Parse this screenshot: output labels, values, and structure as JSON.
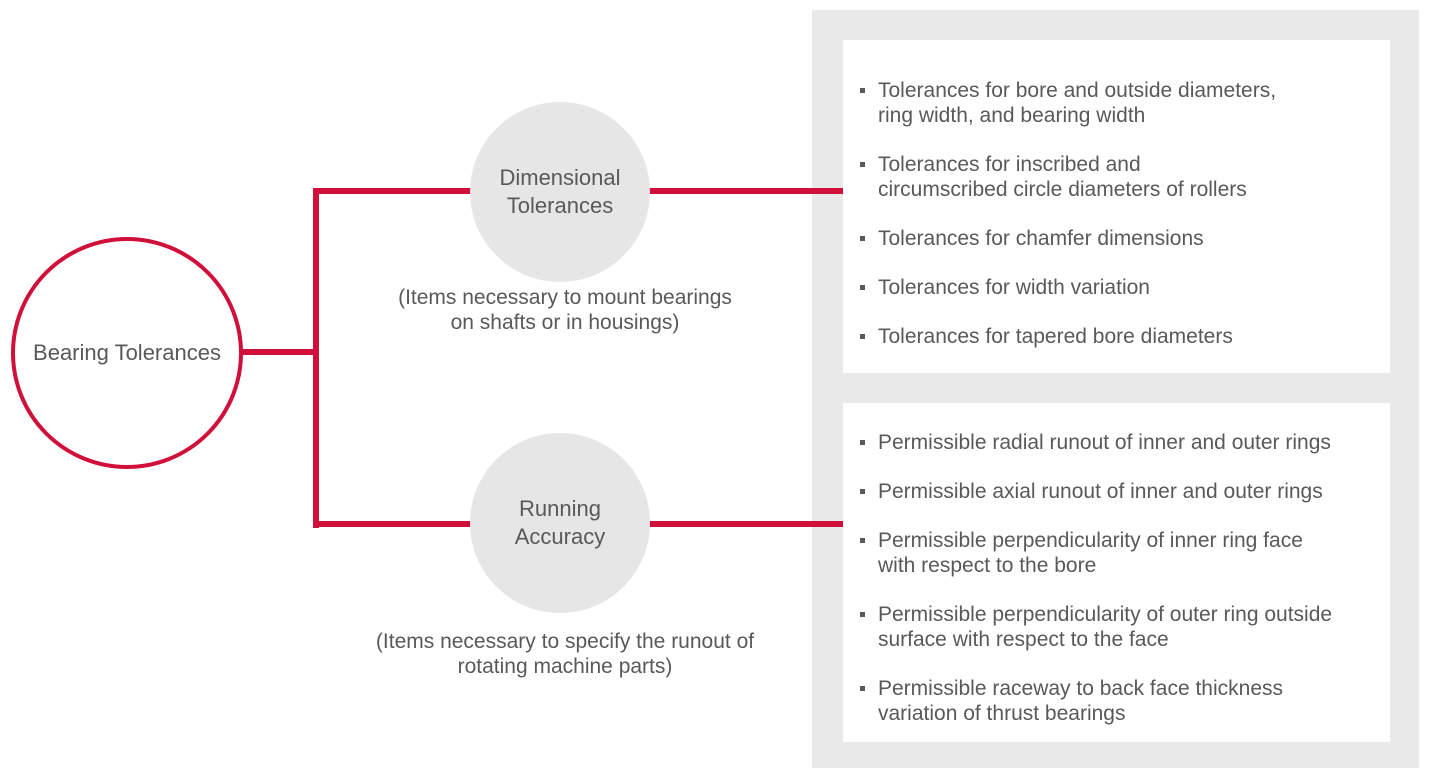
{
  "colors": {
    "accent_red": "#D0103A",
    "circle_fill": "#E6E6E6",
    "panel_bg": "#E9E9E9",
    "card_bg": "#FFFFFF",
    "text": "#58595B"
  },
  "root_node": {
    "label": "Bearing Tolerances"
  },
  "branches": [
    {
      "id": "dimensional-tolerances",
      "label": "Dimensional\nTolerances",
      "caption": "(Items necessary to mount bearings\non shafts or in housings)",
      "items": [
        "Tolerances for bore and outside diameters,\nring width, and bearing width",
        "Tolerances for inscribed and\ncircumscribed circle diameters of rollers",
        "Tolerances for chamfer dimensions",
        "Tolerances for width variation",
        "Tolerances for tapered bore diameters"
      ]
    },
    {
      "id": "running-accuracy",
      "label": "Running\nAccuracy",
      "caption": "(Items necessary to specify the runout of\nrotating machine parts)",
      "items": [
        "Permissible radial runout of inner and outer rings",
        "Permissible axial runout of inner and outer rings",
        "Permissible perpendicularity of inner ring face\nwith respect to the bore",
        "Permissible perpendicularity of outer ring outside\nsurface with respect to the face",
        "Permissible raceway to back face thickness\nvariation of thrust bearings"
      ]
    }
  ]
}
